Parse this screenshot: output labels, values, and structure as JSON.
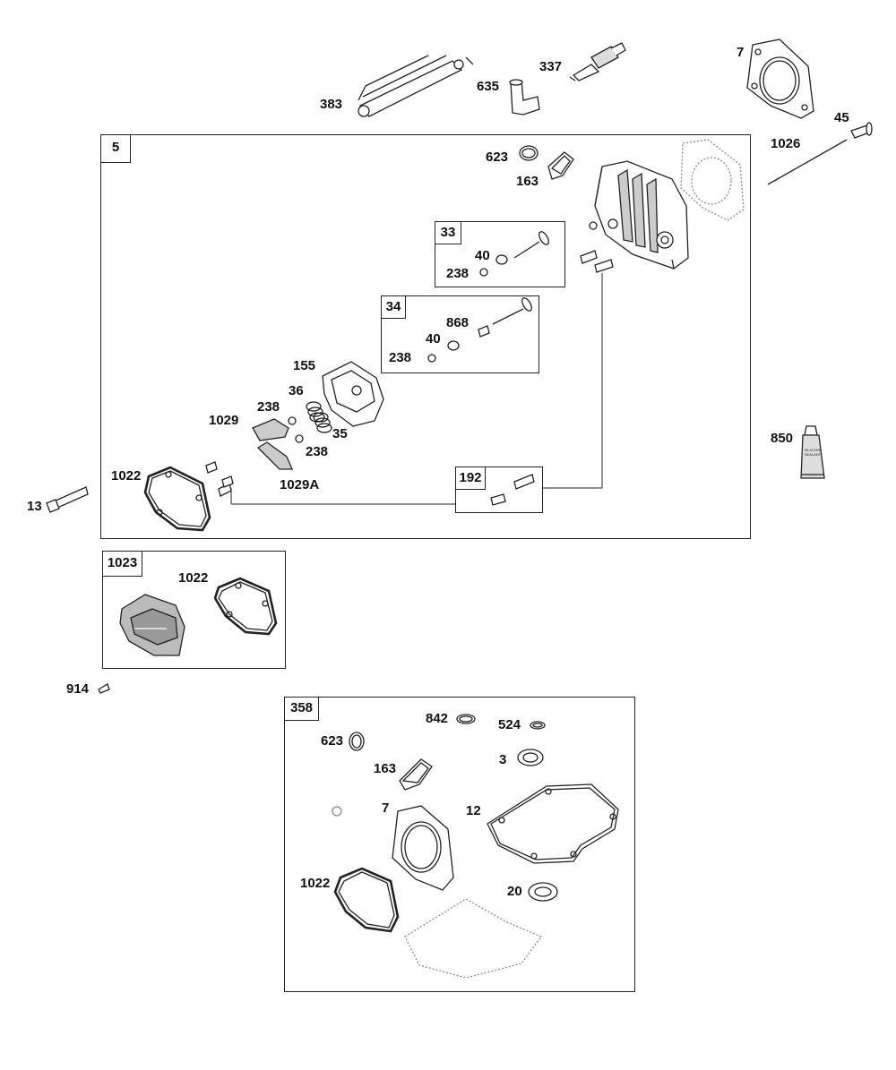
{
  "diagram": {
    "frames": {
      "f5": {
        "tag": "5"
      },
      "f33": {
        "tag": "33"
      },
      "f34": {
        "tag": "34"
      },
      "f192": {
        "tag": "192"
      },
      "f1023": {
        "tag": "1023"
      },
      "f358": {
        "tag": "358"
      }
    },
    "callouts": {
      "c383": "383",
      "c635": "635",
      "c337": "337",
      "c7top": "7",
      "c45": "45",
      "c1026": "1026",
      "c623a": "623",
      "c163a": "163",
      "c40a": "40",
      "c238a": "238",
      "c868": "868",
      "c40b": "40",
      "c238b": "238",
      "c155": "155",
      "c36": "36",
      "c238c": "238",
      "c1029": "1029",
      "c35": "35",
      "c238d": "238",
      "c1029a": "1029A",
      "c1022a": "1022",
      "c13": "13",
      "c850": "850",
      "c1022b": "1022",
      "c914": "914",
      "c842": "842",
      "c524": "524",
      "c623b": "623",
      "c163b": "163",
      "c3": "3",
      "c7b": "7",
      "c12": "12",
      "c1022c": "1022",
      "c20": "20"
    },
    "tube_label": "SILICONE SEALANT"
  }
}
